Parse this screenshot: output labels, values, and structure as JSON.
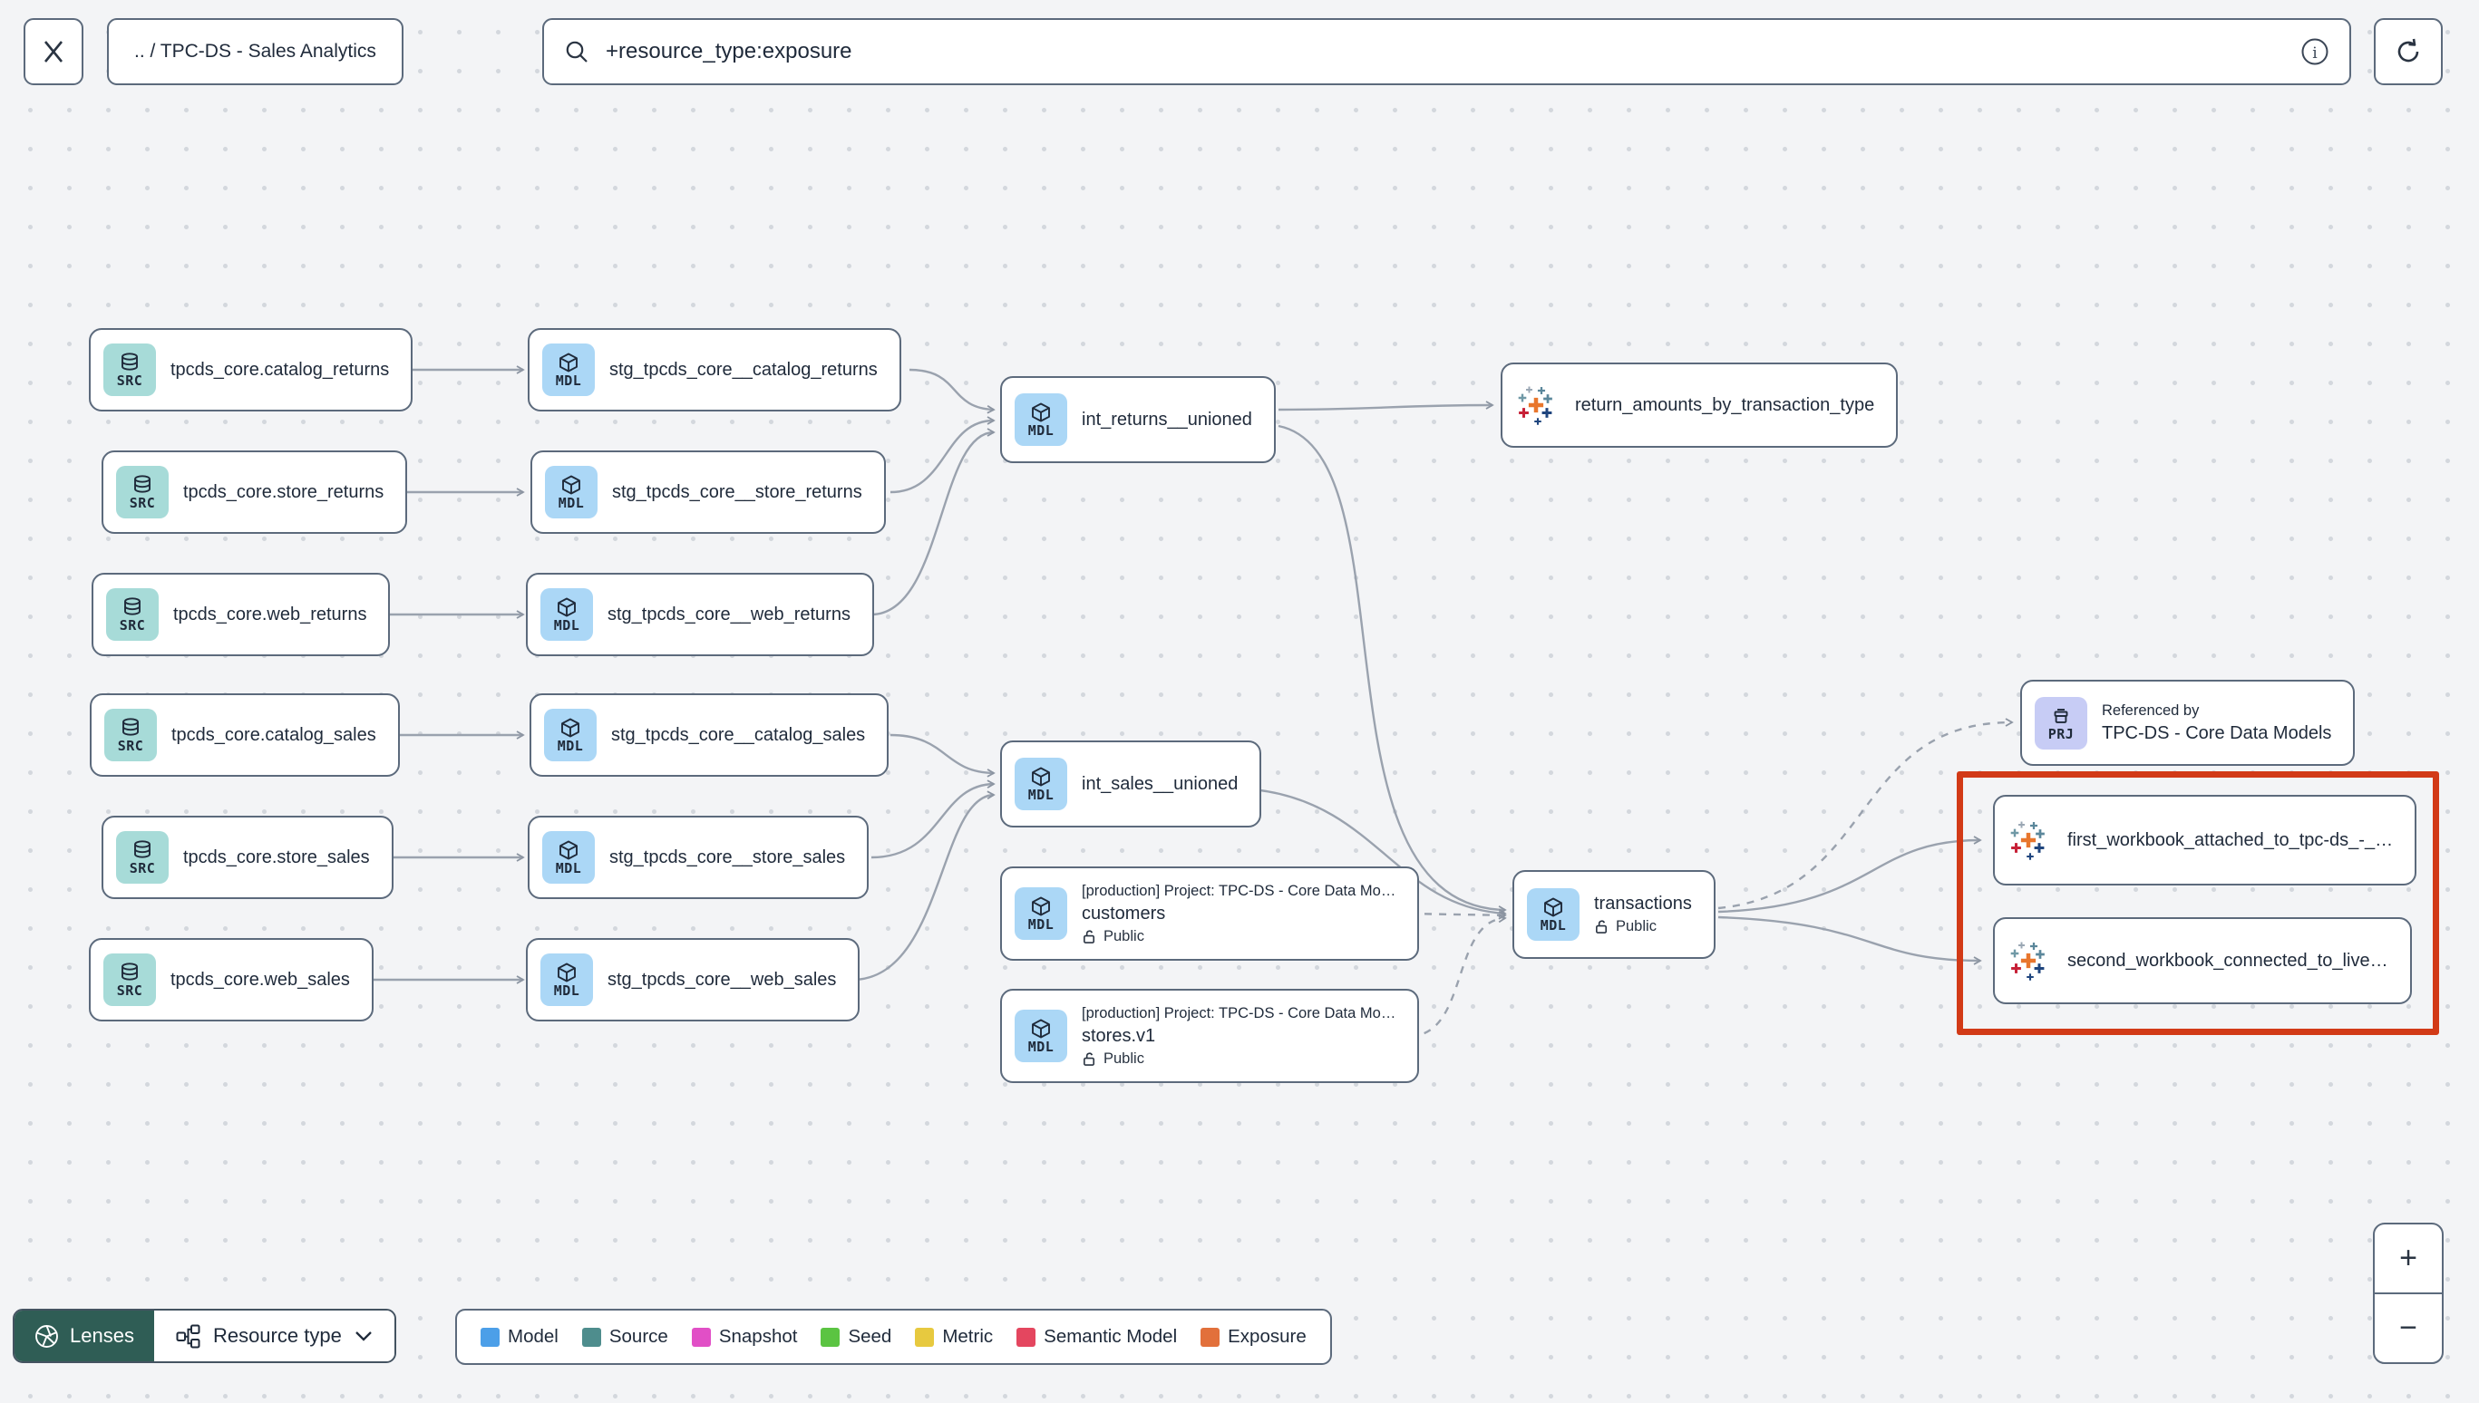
{
  "topbar": {
    "breadcrumb": ".. / TPC-DS - Sales Analytics",
    "search_value": "+resource_type:exposure"
  },
  "badges": {
    "source": "SRC",
    "model": "MDL",
    "project": "PRJ"
  },
  "nodes": {
    "src_catalog_returns": {
      "label": "tpcds_core.catalog_returns"
    },
    "src_store_returns": {
      "label": "tpcds_core.store_returns"
    },
    "src_web_returns": {
      "label": "tpcds_core.web_returns"
    },
    "src_catalog_sales": {
      "label": "tpcds_core.catalog_sales"
    },
    "src_store_sales": {
      "label": "tpcds_core.store_sales"
    },
    "src_web_sales": {
      "label": "tpcds_core.web_sales"
    },
    "stg_catalog_returns": {
      "label": "stg_tpcds_core__catalog_returns"
    },
    "stg_store_returns": {
      "label": "stg_tpcds_core__store_returns"
    },
    "stg_web_returns": {
      "label": "stg_tpcds_core__web_returns"
    },
    "stg_catalog_sales": {
      "label": "stg_tpcds_core__catalog_sales"
    },
    "stg_store_sales": {
      "label": "stg_tpcds_core__store_sales"
    },
    "stg_web_sales": {
      "label": "stg_tpcds_core__web_sales"
    },
    "int_returns": {
      "label": "int_returns__unioned"
    },
    "int_sales": {
      "label": "int_sales__unioned"
    },
    "customers": {
      "project": "[production] Project: TPC-DS - Core Data Mo…",
      "label": "customers",
      "access": "Public"
    },
    "stores": {
      "project": "[production] Project: TPC-DS - Core Data Mo…",
      "label": "stores.v1",
      "access": "Public"
    },
    "transactions": {
      "label": "transactions",
      "access": "Public"
    },
    "exposure_returns": {
      "label": "return_amounts_by_transaction_type"
    },
    "referenced_by": {
      "title": "Referenced by",
      "label": "TPC-DS - Core Data Models"
    },
    "workbook_first": {
      "label": "first_workbook_attached_to_tpc-ds_-_…"
    },
    "workbook_second": {
      "label": "second_workbook_connected_to_live…"
    }
  },
  "legend": {
    "items": [
      {
        "label": "Model",
        "color": "#4C9FE8"
      },
      {
        "label": "Source",
        "color": "#4E8D8D"
      },
      {
        "label": "Snapshot",
        "color": "#E14FC6"
      },
      {
        "label": "Seed",
        "color": "#5BC442"
      },
      {
        "label": "Metric",
        "color": "#E7C93F"
      },
      {
        "label": "Semantic Model",
        "color": "#E4465F"
      },
      {
        "label": "Exposure",
        "color": "#E2703B"
      }
    ]
  },
  "toolbar": {
    "lenses": "Lenses",
    "resource_type": "Resource type"
  },
  "zoom_controls": {
    "zoom_in": "+",
    "zoom_out": "−"
  },
  "colors": {
    "highlight": "#D23A17",
    "source_badge": "#A7DBD8",
    "model_badge": "#ABD7F6",
    "project_badge": "#C7CCF5",
    "lenses_bg": "#2F5D55",
    "node_border": "#5C6A7C"
  }
}
